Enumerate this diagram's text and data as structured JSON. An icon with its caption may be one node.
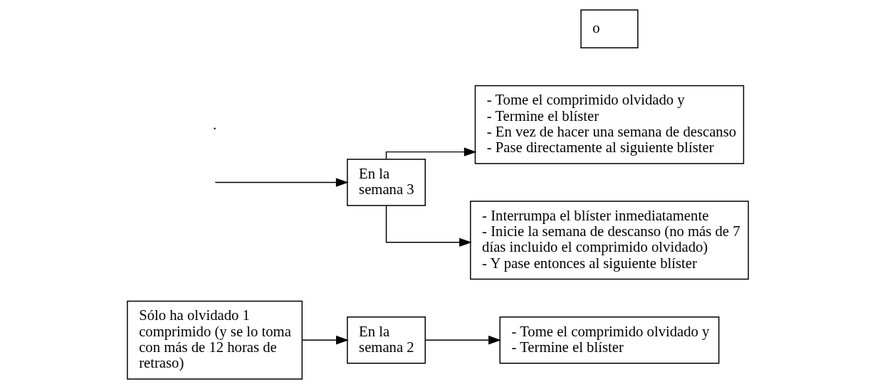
{
  "diagram": {
    "nodes": [
      {
        "text": [
          "Sólo ha olvidado 1 comprimido (y se lo toma con más de 12 horas de retraso)"
        ]
      },
      {
        "text": [
          "En la semana 2"
        ]
      },
      {
        "text": [
          "- Tome el comprimido olvidado y",
          "- Termine el blíster"
        ]
      },
      {
        "text": [
          "En la semana 3"
        ]
      },
      {
        "text": [
          "- Tome el comprimido olvidado y",
          "- Termine el blíster",
          "- En vez de hacer una semana de descanso",
          "- Pase directamente al siguiente blíster"
        ]
      },
      {
        "text": [
          "o"
        ]
      },
      {
        "text": [
          "- Interrumpa el blíster inmediatamente",
          "- Inicie la semana de descanso (no más de 7 días incluido el comprimido olvidado)",
          "- Y pase entonces al siguiente blíster"
        ]
      }
    ],
    "edges": [
      {
        "from": 0,
        "to": 1,
        "arrow": "to"
      },
      {
        "from": 1,
        "to": 2,
        "arrow": "to"
      },
      {
        "from": null,
        "to": 3,
        "arrow": "to"
      },
      {
        "from": 3,
        "to": 4,
        "arrow": "to"
      },
      {
        "from": 3,
        "to": 6,
        "arrow": "to"
      }
    ],
    "labels": [
      "."
    ]
  }
}
